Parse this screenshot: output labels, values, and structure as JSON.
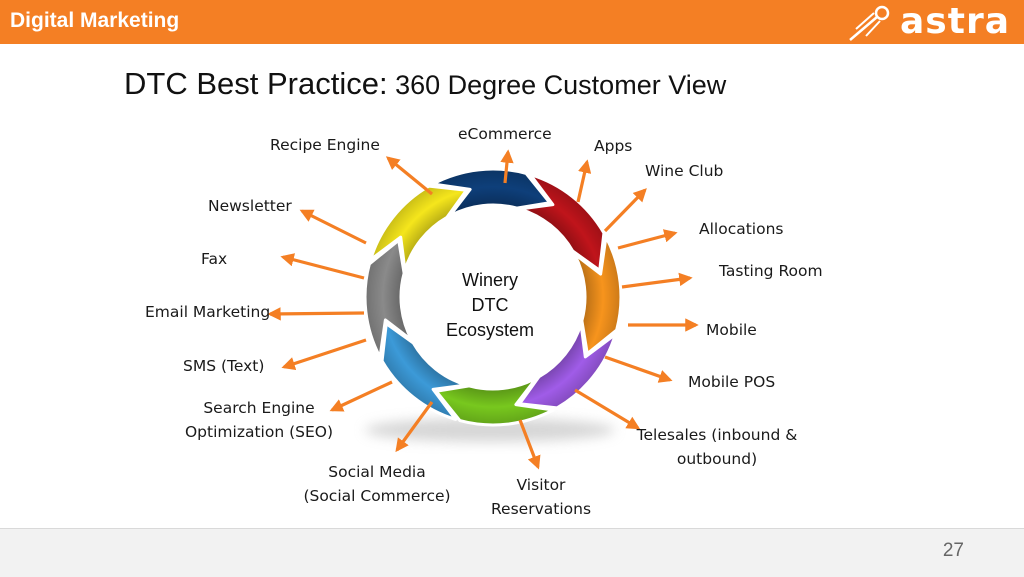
{
  "header": {
    "title": "Digital Marketing",
    "logo_text": "astra"
  },
  "slide": {
    "title_main": "DTC Best Practice:",
    "title_sub": " 360 Degree Customer View",
    "page_number": "27"
  },
  "diagram": {
    "center_label": "Winery\nDTC\nEcosystem",
    "segment_colors": [
      "#C0141B",
      "#F7941D",
      "#A05CE8",
      "#78C81E",
      "#3C9AD8",
      "#8A8A8A",
      "#F5E61C",
      "#0E3F7A"
    ],
    "arrow_color": "#F47F24",
    "labels": {
      "recipe_engine": "Recipe Engine",
      "ecommerce": "eCommerce",
      "apps": "Apps",
      "wine_club": "Wine Club",
      "allocations": "Allocations",
      "tasting_room": "Tasting Room",
      "mobile": "Mobile",
      "mobile_pos": "Mobile POS",
      "telesales": "Telesales (inbound &\noutbound)",
      "visitor_reservations": "Visitor\nReservations",
      "social_media": "Social Media\n(Social Commerce)",
      "seo": "Search Engine\nOptimization (SEO)",
      "sms": "SMS (Text)",
      "email_marketing": "Email Marketing",
      "fax": "Fax",
      "newsletter": "Newsletter"
    }
  }
}
